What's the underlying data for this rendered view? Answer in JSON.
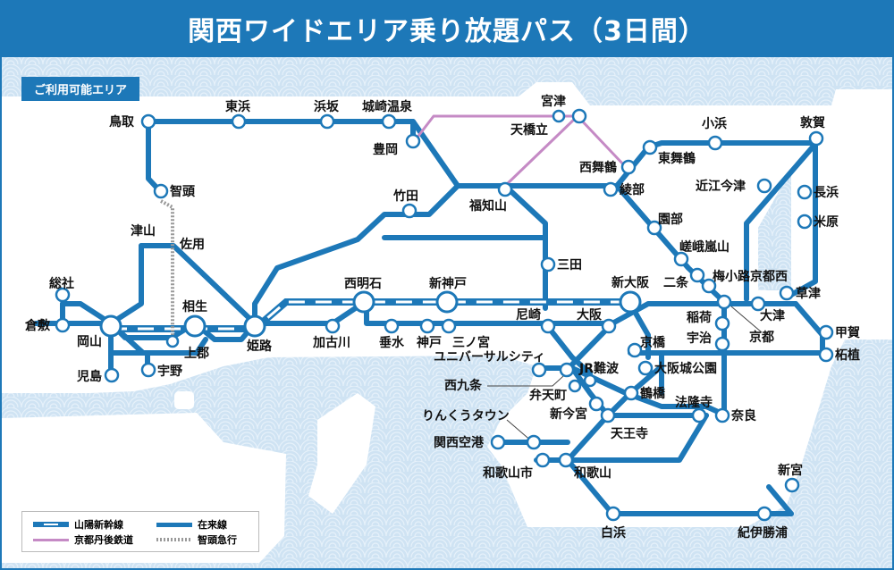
{
  "title": "関西ワイドエリア乗り放題パス（3日間）",
  "area_tag": "ご利用可能エリア",
  "colors": {
    "brand": "#1d78b8",
    "tango": "#c58ac5",
    "chizu": "#999999",
    "sea": "#cfe3f3"
  },
  "legend": {
    "shinkansen": "山陽新幹線",
    "conventional": "在来線",
    "tango_railway": "京都丹後鉄道",
    "chizu_express": "智頭急行"
  },
  "stations": {
    "tottori": "鳥取",
    "higashihama": "東浜",
    "hamasaka": "浜坂",
    "kinosaki": "城崎温泉",
    "toyooka": "豊岡",
    "miyazu": "宮津",
    "amanohashidate": "天橋立",
    "nishimaizuru": "西舞鶴",
    "higashimaizuru": "東舞鶴",
    "obama": "小浜",
    "tsuruga": "敦賀",
    "chizu": "智頭",
    "tsuyama": "津山",
    "sayo": "佐用",
    "takeda": "竹田",
    "fukuchiyama": "福知山",
    "ayabe": "綾部",
    "omiimazu": "近江今津",
    "nagahama": "長浜",
    "maibara": "米原",
    "sonobe": "園部",
    "sagaarashiyama": "嵯峨嵐山",
    "nijo": "二条",
    "umekoji": "梅小路京都西",
    "kusatsu": "草津",
    "otsu": "大津",
    "kyoto": "京都",
    "inari": "稲荷",
    "uji": "宇治",
    "koka": "甲賀",
    "tsuge": "柘植",
    "sanda": "三田",
    "shinosaka": "新大阪",
    "soja": "総社",
    "kurashiki": "倉敷",
    "okayama": "岡山",
    "kojima": "児島",
    "uno": "宇野",
    "aioi": "相生",
    "kamigori": "上郡",
    "himeji": "姫路",
    "kakogawa": "加古川",
    "nishiakashi": "西明石",
    "shinkobe": "新神戸",
    "tarumi": "垂水",
    "kobe": "神戸",
    "sannomiya": "三ノ宮",
    "amagasaki": "尼崎",
    "osaka": "大阪",
    "kyobashi": "京橋",
    "usj": "ユニバーサルシティ",
    "jrnamba": "JR難波",
    "osakajokoen": "大阪城公園",
    "nishikujo": "西九条",
    "bentencho": "弁天町",
    "tsuruhashi": "鶴橋",
    "horyuji": "法隆寺",
    "shinimamiya": "新今宮",
    "nara": "奈良",
    "tennoji": "天王寺",
    "rinku": "りんくうタウン",
    "kansai_airport": "関西空港",
    "wakayamashi": "和歌山市",
    "wakayama": "和歌山",
    "shingu": "新宮",
    "shirahama": "白浜",
    "kiikatsuura": "紀伊勝浦"
  }
}
